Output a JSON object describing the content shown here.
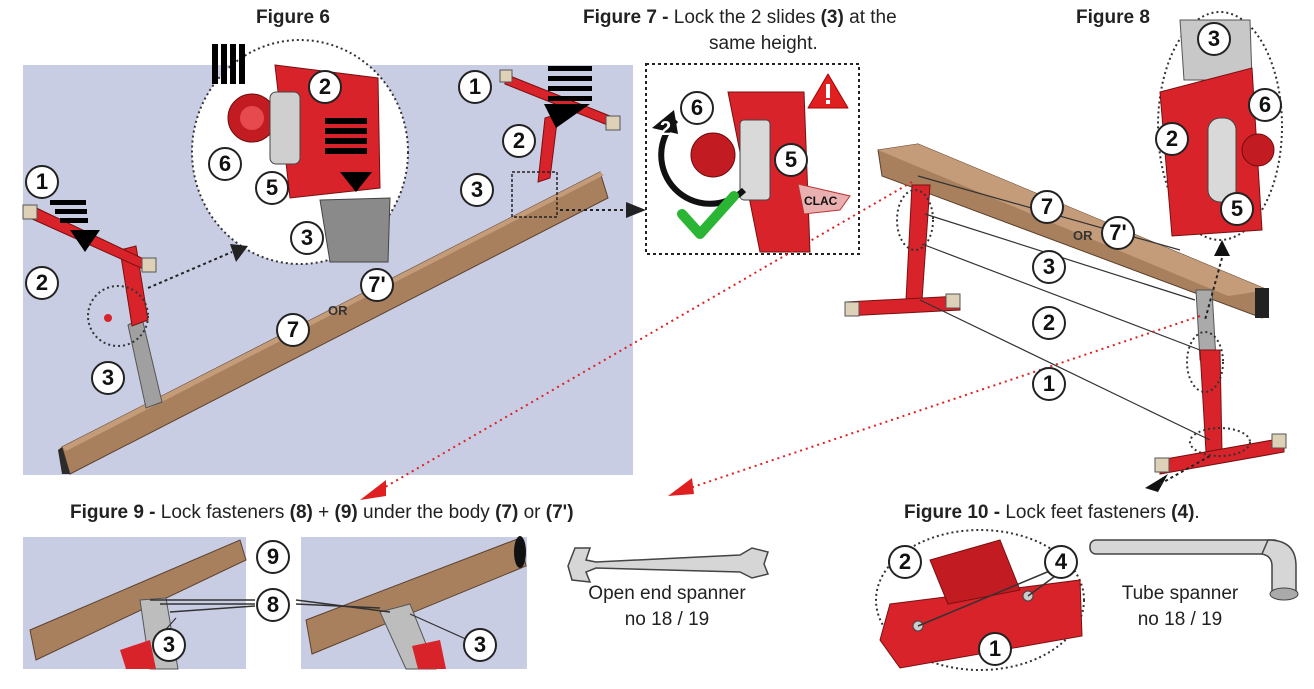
{
  "figure6": {
    "title": "Figure 6"
  },
  "figure7": {
    "title_bold": "Figure 7 -",
    "title_text": " Lock the 2 slides ",
    "title_ref": "(3)",
    "title_text2": " at the",
    "title_line2": "same height.",
    "clac": "CLAC"
  },
  "figure8": {
    "title": "Figure 8"
  },
  "figure9": {
    "title_bold": "Figure 9 -",
    "t1": " Lock fasteners ",
    "r1": "(8)",
    "t2": " + ",
    "r2": "(9)",
    "t3": " under the body ",
    "r3": "(7)",
    "t4": " or ",
    "r4": "(7')"
  },
  "figure10": {
    "title_bold": "Figure 10 -",
    "t1": " Lock feet fasteners ",
    "r1": "(4)",
    "t2": "."
  },
  "tools": {
    "open_spanner_line1": "Open end spanner",
    "open_spanner_line2": "no 18 / 19",
    "tube_spanner_line1": "Tube spanner",
    "tube_spanner_line2": "no 18 / 19"
  },
  "labels": {
    "n1": "1",
    "n2": "2",
    "n3": "3",
    "n4": "4",
    "n5": "5",
    "n6": "6",
    "n7": "7",
    "n7p": "7'",
    "n8": "8",
    "n9": "9",
    "or": "OR"
  },
  "colors": {
    "red": "#d8232a",
    "wood": "#a9805e",
    "panel": "#c9cde4",
    "arrow_red": "#e02020"
  }
}
